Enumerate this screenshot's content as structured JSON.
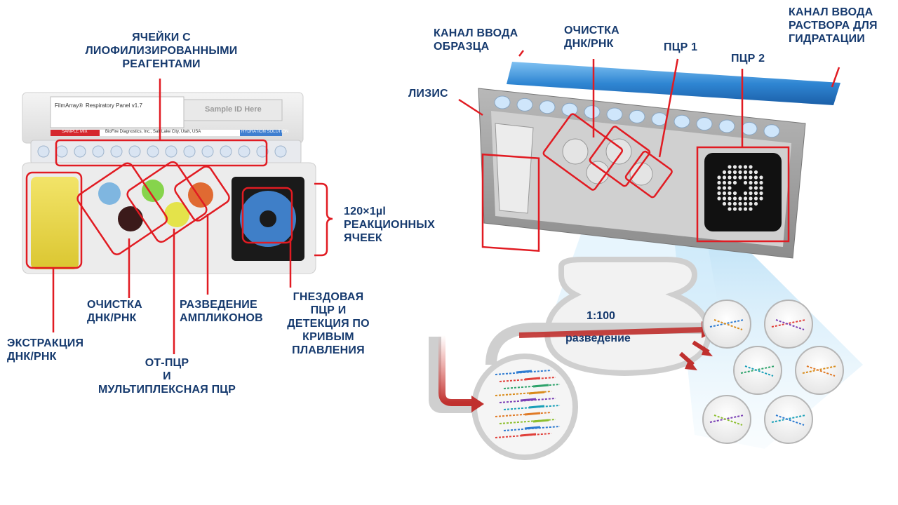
{
  "left": {
    "pouch": {
      "brand": "FilmArray®",
      "panel": "Respiratory Panel v1.7",
      "sample_id": "Sample ID Here",
      "sample_mix": "SAMPLE MIX",
      "company": "BioFire Diagnostics, Inc., Salt Lake City, Utah, USA",
      "hydration": "HYDRATION SOLUTION"
    },
    "labels": {
      "cells": [
        "ЯЧЕЙКИ С",
        "ЛИОФИЛИЗИРОВАННЫМИ",
        "РЕАГЕНТАМИ"
      ],
      "reaction_cells": [
        "120×1µl",
        "РЕАКЦИОННЫХ",
        "ЯЧЕЕК"
      ],
      "purification": [
        "ОЧИСТКА",
        "ДНК/РНК"
      ],
      "dilution": [
        "РАЗВЕДЕНИЕ",
        "АМПЛИКОНОВ"
      ],
      "nested": [
        "ГНЕЗДОВАЯ",
        "ПЦР И",
        "ДЕТЕКЦИЯ ПО",
        "КРИВЫМ",
        "ПЛАВЛЕНИЯ"
      ],
      "extraction": [
        "ЭКСТРАКЦИЯ",
        "ДНК/РНК"
      ],
      "rt_pcr": [
        "ОТ-ПЦР",
        "И",
        "МУЛЬТИПЛЕКСНАЯ ПЦР"
      ]
    }
  },
  "right": {
    "labels": {
      "sample_channel": [
        "КАНАЛ ВВОДА",
        "ОБРАЗЦА"
      ],
      "purification": [
        "ОЧИСТКА",
        "ДНК/РНК"
      ],
      "pcr1": "ПЦР 1",
      "pcr2": "ПЦР 2",
      "hydration_channel": [
        "КАНАЛ ВВОДА",
        "РАСТВОРА ДЛЯ",
        "ГИДРАТАЦИИ"
      ],
      "lysis": "ЛИЗИС"
    },
    "dilution": {
      "ratio": "1:100",
      "word": "разведение"
    }
  },
  "colors": {
    "label": "#163a6e",
    "highlight": "#e11b22",
    "arrow": "#c0302e",
    "channel_blue": "#3a8fd6"
  }
}
